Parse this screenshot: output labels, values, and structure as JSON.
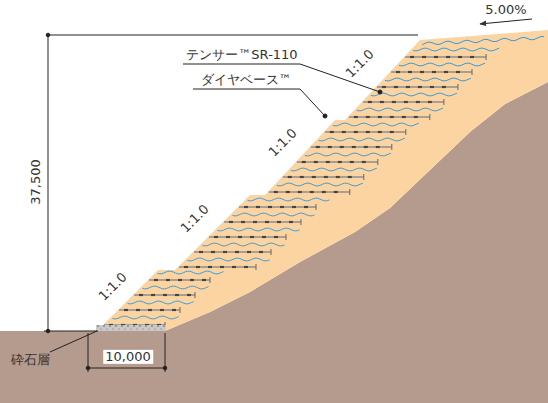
{
  "diagram": {
    "labels": [
      "5.00%",
      "テンサー™SR-110",
      "ダイヤベース™",
      "1:1.0",
      "1:1.0",
      "1:1.0",
      "1:1.0",
      "37,500",
      "砕石層",
      "10,000"
    ]
  }
}
